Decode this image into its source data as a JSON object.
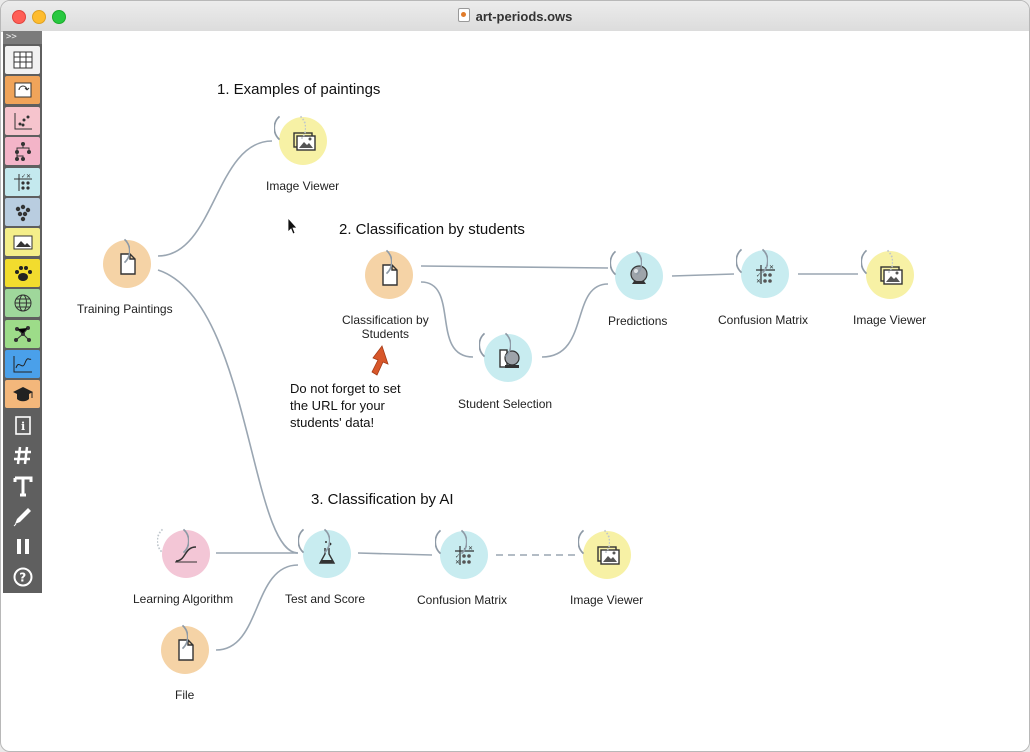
{
  "window": {
    "title": "art-periods.ows"
  },
  "toolbox": {
    "expand_label": ">>",
    "items": [
      {
        "name": "data-table-icon",
        "color": "#f2f2f2"
      },
      {
        "name": "transform-icon",
        "color": "#f0a45a"
      },
      {
        "name": "visualize-icon",
        "color": "#f6c4cd"
      },
      {
        "name": "model-icon",
        "color": "#f3b4c8"
      },
      {
        "name": "evaluate-icon",
        "color": "#c4e9ee"
      },
      {
        "name": "unsupervised-icon",
        "color": "#b9cde0"
      },
      {
        "name": "image-analytics-icon",
        "color": "#f4ee8a"
      },
      {
        "name": "paw-icon",
        "color": "#f2dc2e"
      },
      {
        "name": "geo-icon",
        "color": "#9fd79b"
      },
      {
        "name": "network-icon",
        "color": "#9ddc89"
      },
      {
        "name": "timeseries-icon",
        "color": "#4aa0ea"
      },
      {
        "name": "education-icon",
        "color": "#f3b77b"
      },
      {
        "name": "info-icon",
        "color": "#5f5f5f"
      },
      {
        "name": "hash-icon",
        "color": "#5f5f5f"
      },
      {
        "name": "text-icon",
        "color": "#5f5f5f"
      },
      {
        "name": "pen-icon",
        "color": "#5f5f5f"
      },
      {
        "name": "pause-icon",
        "color": "#5f5f5f"
      },
      {
        "name": "help-icon",
        "color": "#5f5f5f"
      }
    ]
  },
  "sections": {
    "s1": "1. Examples of paintings",
    "s2": "2. Classification by students",
    "s3": "3. Classification by AI"
  },
  "note": {
    "line1": "Do not forget to set",
    "line2": "the URL for your",
    "line3": "students' data!"
  },
  "widgets": {
    "training_paintings": "Training Paintings",
    "image_viewer_1": "Image Viewer",
    "classification_students_line1": "Classification by",
    "classification_students_line2": "Students",
    "student_selection": "Student Selection",
    "predictions": "Predictions",
    "confusion_matrix_1": "Confusion Matrix",
    "image_viewer_2": "Image Viewer",
    "learning_algorithm": "Learning Algorithm",
    "test_and_score": "Test and Score",
    "confusion_matrix_2": "Confusion Matrix",
    "image_viewer_3": "Image Viewer",
    "file": "File"
  },
  "colors": {
    "data_widget": "#f5d3a6",
    "image_widget": "#f7f1a5",
    "evaluate_widget": "#c8ecf0",
    "model_widget": "#f3c6d6",
    "link": "#9aa6b2",
    "arrow": "#d8572a"
  }
}
